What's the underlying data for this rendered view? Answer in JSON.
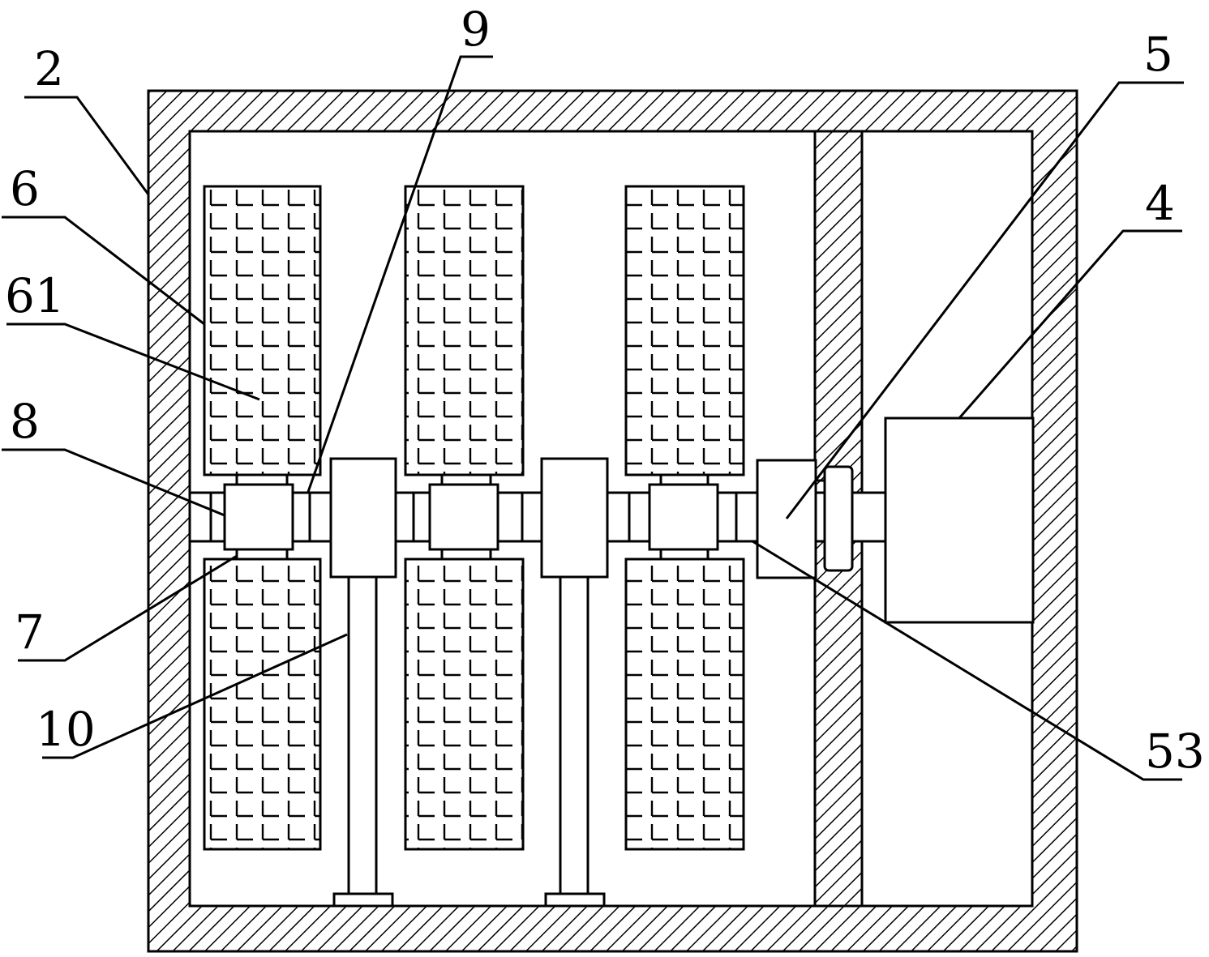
{
  "labels": {
    "l2": "2",
    "l6": "6",
    "l61": "61",
    "l8": "8",
    "l7": "7",
    "l10": "10",
    "l9": "9",
    "l5": "5",
    "l4": "4",
    "l53": "53"
  },
  "colors": {
    "stroke": "#000000",
    "background": "#ffffff"
  }
}
